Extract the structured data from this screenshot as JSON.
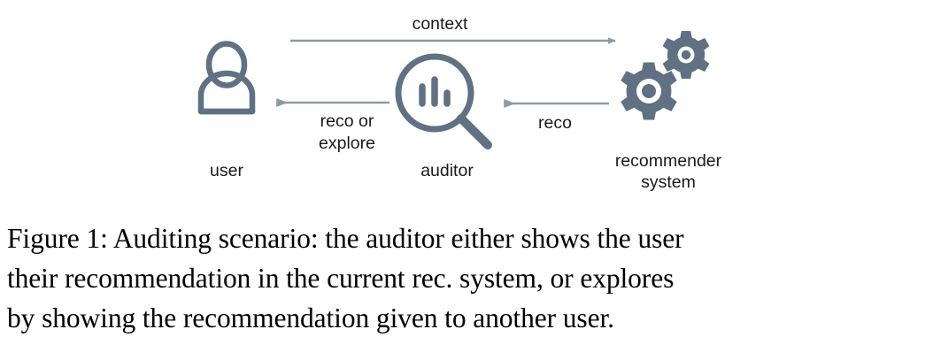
{
  "figure": {
    "caption_lines": [
      "Figure 1: Auditing scenario: the auditor either shows the user",
      "their recommendation in the current rec. system, or explores",
      "by showing the recommendation given to another user."
    ],
    "caption_full": "Figure 1: Auditing scenario: the auditor either shows the user their recommendation in the current rec. system, or explores by showing the recommendation given to another user."
  },
  "diagram": {
    "type": "flow-diagram",
    "nodes": [
      {
        "id": "user",
        "label": "user",
        "icon": "person-icon"
      },
      {
        "id": "auditor",
        "label": "auditor",
        "icon": "magnifier-bar-chart-icon"
      },
      {
        "id": "recommender",
        "label_line1": "recommender",
        "label_line2": "system",
        "icon": "gears-icon"
      }
    ],
    "edges": [
      {
        "id": "context",
        "label": "context",
        "from": "user",
        "to": "recommender",
        "direction": "right"
      },
      {
        "id": "reco-or-explore",
        "label_line1": "reco or",
        "label_line2": "explore",
        "from": "auditor",
        "to": "user",
        "direction": "left"
      },
      {
        "id": "reco",
        "label": "reco",
        "from": "recommender",
        "to": "auditor",
        "direction": "left"
      }
    ]
  },
  "colors": {
    "icon_stroke": "#5f7183",
    "arrow": "#8d99a6",
    "label_text": "#1a1a1a",
    "caption_text": "#000000",
    "background": "#ffffff"
  }
}
